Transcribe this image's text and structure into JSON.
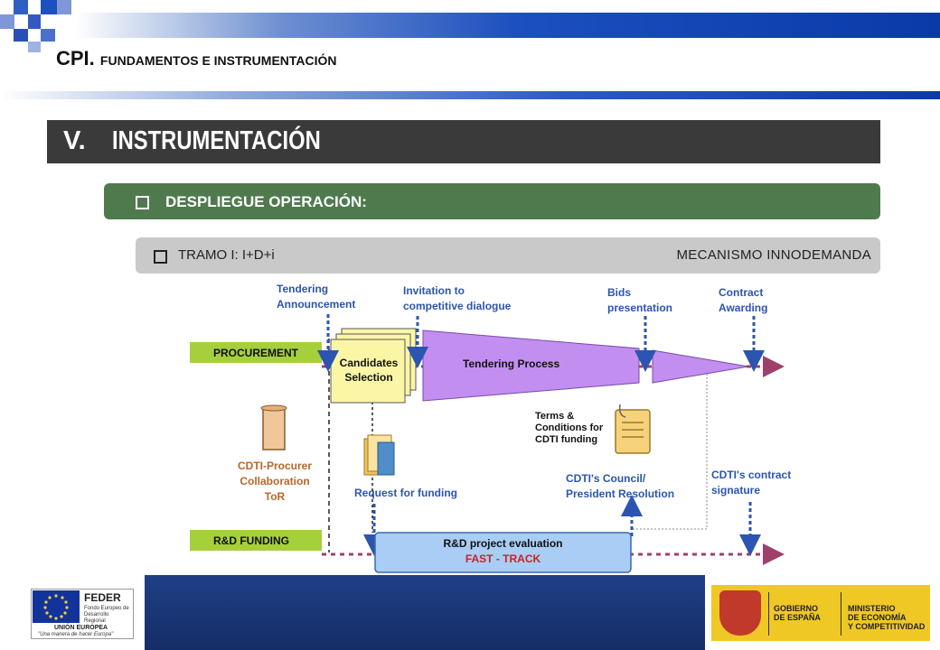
{
  "header": {
    "title_main": "CPI.",
    "title_rest": "FUNDAMENTOS E INSTRUMENTACIÓN"
  },
  "section": {
    "number": "V.",
    "title": "INSTRUMENTACIÓN"
  },
  "deploy": {
    "label": "DESPLIEGUE OPERACIÓN:"
  },
  "tramo": {
    "label": "TRAMO I: I+D+i",
    "right_label": "MECANISMO INNODEMANDA"
  },
  "diagram": {
    "lanes": {
      "procurement": "PROCUREMENT",
      "funding": "R&D FUNDING"
    },
    "milestones": {
      "tendering_announcement": [
        "Tendering",
        "Announcement"
      ],
      "invitation": [
        "Invitation to",
        "competitive dialogue"
      ],
      "bids": [
        "Bids",
        "presentation"
      ],
      "contract_awarding": [
        "Contract",
        "Awarding"
      ]
    },
    "candidates": [
      "Candidates",
      "Selection"
    ],
    "tendering_process": "Tendering Process",
    "terms": [
      "Terms &",
      "Conditions for",
      "CDTI funding"
    ],
    "collaboration": [
      "CDTI-Procurer",
      "Collaboration",
      "ToR"
    ],
    "request_funding": "Request for funding",
    "council": [
      "CDTI's Council/",
      "President  Resolution"
    ],
    "contract_signature": [
      "CDTI's contract",
      "signature"
    ],
    "evaluation": {
      "title": "R&D project evaluation",
      "subtitle": "FAST - TRACK"
    }
  },
  "footer": {
    "feder_title": "FEDER",
    "feder_sub": "Fondo Europeo de Desarrollo Regional",
    "ue": "UNIÓN EUROPEA",
    "ue_motto": "\"Una manera de hacer Europa\"",
    "gobierno": [
      "GOBIERNO",
      "DE ESPAÑA"
    ],
    "ministerio": [
      "MINISTERIO",
      "DE ECONOMÍA",
      "Y COMPETITIVIDAD"
    ]
  },
  "colors": {
    "section_bar": "#3a3a3a",
    "deploy_bar": "#4f7a4e",
    "tramo_bar": "#c9c9c9",
    "lane_green": "#a6cf3c",
    "funnel_purple": "#c28ff0",
    "milestone_blue": "#2b55b0",
    "eval_box": "#a9cdf5",
    "dotted_line": "#a0406a"
  }
}
